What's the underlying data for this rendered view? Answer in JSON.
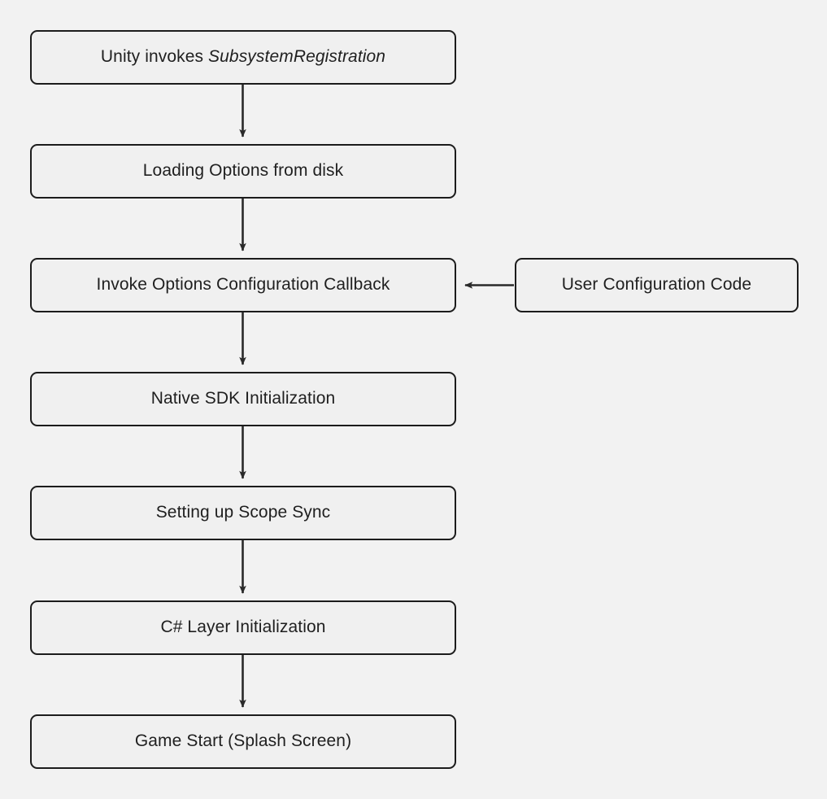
{
  "diagram": {
    "type": "flowchart",
    "orientation": "top-to-bottom",
    "background_color": "#f2f2f2",
    "node_fill_color": "#f0f0f0",
    "node_border_color": "#1c1c1c",
    "edge_color": "#2a2a2a",
    "text_color": "#1f1f1f",
    "nodes": [
      {
        "id": "subsystem-registration",
        "label_prefix": "Unity invokes ",
        "label_emphasis": "SubsystemRegistration",
        "label": "Unity invokes SubsystemRegistration"
      },
      {
        "id": "loading-options",
        "label": "Loading Options from disk"
      },
      {
        "id": "invoke-options-callback",
        "label": "Invoke Options Configuration Callback"
      },
      {
        "id": "native-sdk-init",
        "label": "Native SDK Initialization"
      },
      {
        "id": "scope-sync",
        "label": "Setting up Scope Sync"
      },
      {
        "id": "csharp-layer-init",
        "label": "C# Layer Initialization"
      },
      {
        "id": "game-start",
        "label": "Game Start (Splash Screen)"
      },
      {
        "id": "user-configuration-code",
        "label": "User Configuration Code"
      }
    ],
    "edges": [
      {
        "from": "subsystem-registration",
        "to": "loading-options",
        "direction": "down"
      },
      {
        "from": "loading-options",
        "to": "invoke-options-callback",
        "direction": "down"
      },
      {
        "from": "invoke-options-callback",
        "to": "native-sdk-init",
        "direction": "down"
      },
      {
        "from": "native-sdk-init",
        "to": "scope-sync",
        "direction": "down"
      },
      {
        "from": "scope-sync",
        "to": "csharp-layer-init",
        "direction": "down"
      },
      {
        "from": "csharp-layer-init",
        "to": "game-start",
        "direction": "down"
      },
      {
        "from": "user-configuration-code",
        "to": "invoke-options-callback",
        "direction": "left"
      }
    ]
  }
}
